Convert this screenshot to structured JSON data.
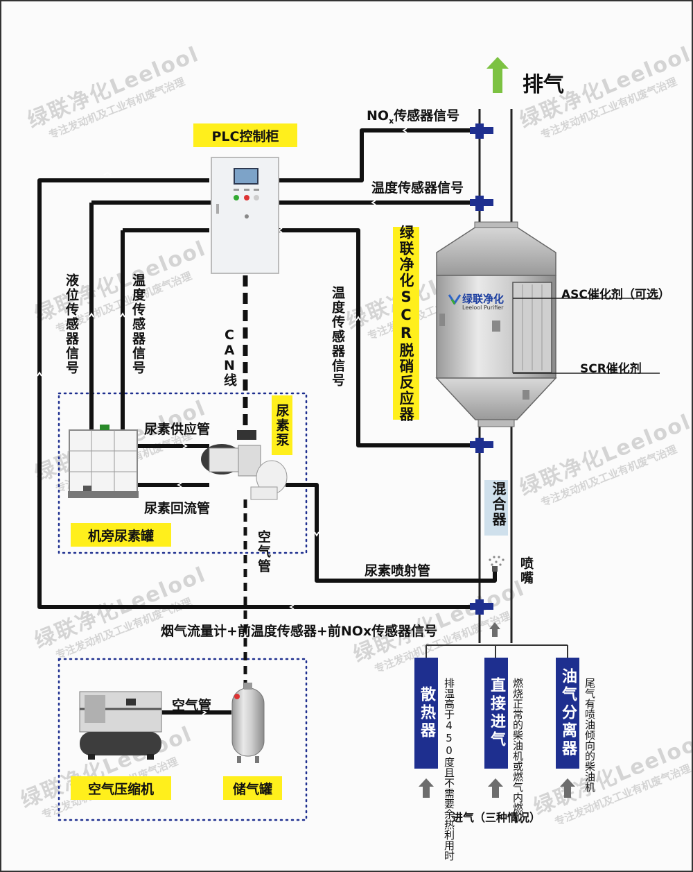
{
  "labels": {
    "exhaust": "排气",
    "nox_sub": "x",
    "nox_signal": "传感器信号",
    "temp_signal": "温度传感器信号",
    "plc": "PLC控制柜",
    "reactor": "绿联净化SCR脱硝反应器",
    "reactor_logo": "绿联净化",
    "reactor_logo_sub": "Leelool Purifier",
    "asc": "ASC催化剂（可选）",
    "scr": "SCR催化剂",
    "level_signal": "液位传感器信号",
    "temp_signal_v": "温度传感器信号",
    "can": "CAN线",
    "pump": "尿素泵",
    "supply_pipe": "尿素供应管",
    "return_pipe": "尿素回流管",
    "tank": "机旁尿素罐",
    "air_pipe_v": "空气管",
    "injection_pipe": "尿素喷射管",
    "mixer": "混合器",
    "nozzle": "喷嘴",
    "upstream": "烟气流量计+前温度传感器+前NOx传感器信号",
    "air_pipe": "空气管",
    "compressor": "空气压缩机",
    "receiver": "储气罐",
    "radiator": "散热器",
    "radiator_note": "排温高于450度且不需要余热利用时",
    "direct": "直接进气",
    "direct_note": "燃烧正常的柴油机或燃气内燃机",
    "oilsep": "油气分离器",
    "oilsep_note": "尾气有喷油倾向的柴油机",
    "intake": "进气（三种情况）"
  },
  "watermark": {
    "line1": "绿联净化Leelool",
    "line2": "专注发动机及工业有机废气治理"
  },
  "colors": {
    "highlight": "#ffef1c",
    "navy": "#1e2f8f",
    "exhaust_arrow": "#7cc242",
    "pipe": "#111111"
  }
}
